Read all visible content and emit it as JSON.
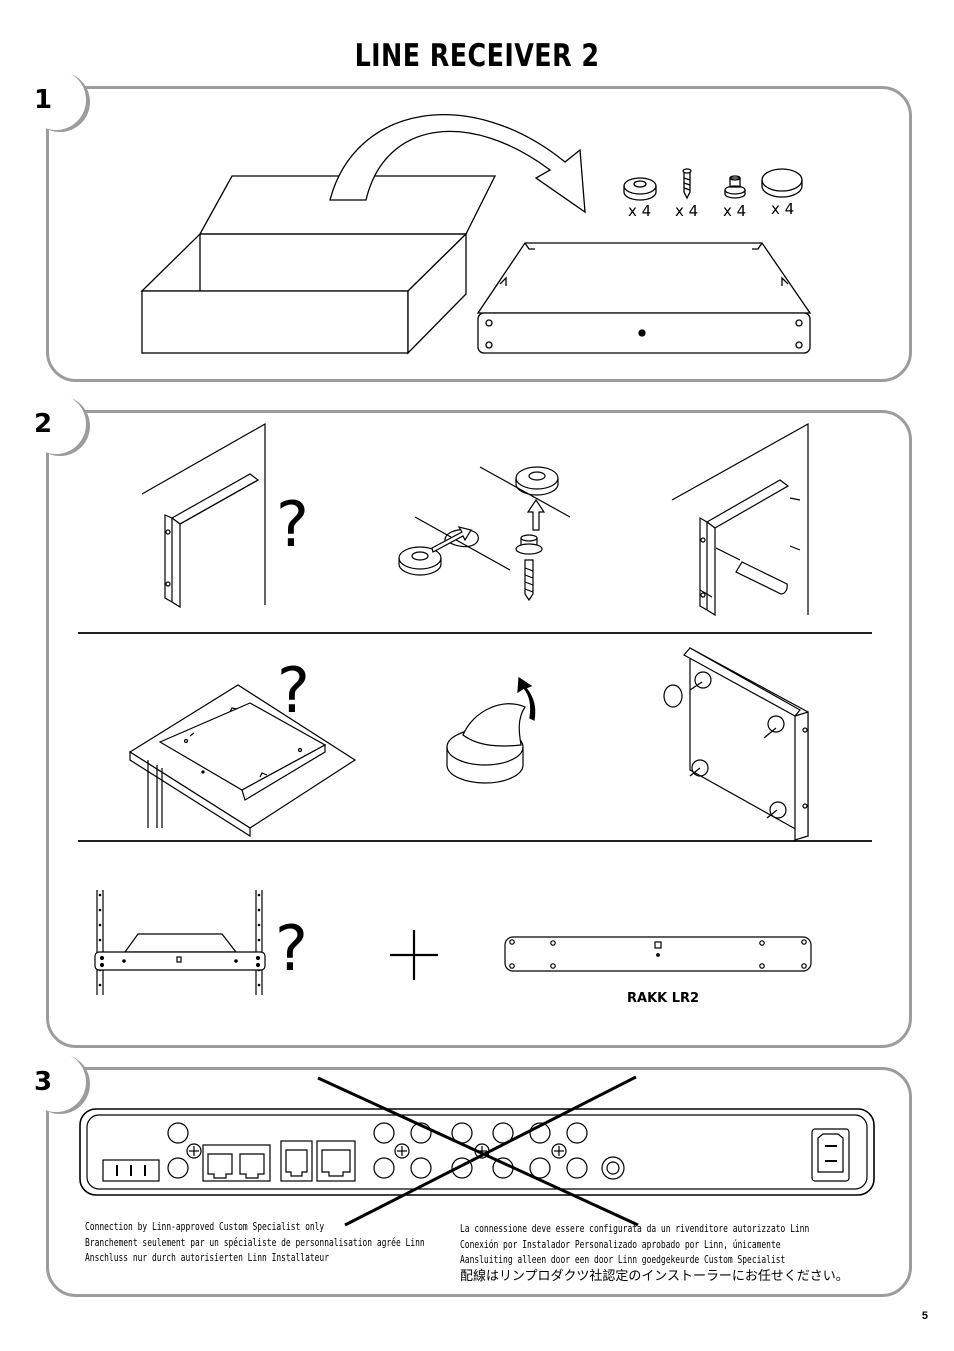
{
  "page": {
    "title": "LINE RECEIVER 2",
    "page_number": "5"
  },
  "steps": [
    {
      "number": "1"
    },
    {
      "number": "2"
    },
    {
      "number": "3"
    }
  ],
  "step1": {
    "parts": [
      {
        "icon": "grommet-icon",
        "quantity": "x 4"
      },
      {
        "icon": "screw-icon",
        "quantity": "x 4"
      },
      {
        "icon": "spacer-icon",
        "quantity": "x 4"
      },
      {
        "icon": "foot-pad-icon",
        "quantity": "x 4"
      }
    ]
  },
  "step2": {
    "question_mark": "?",
    "plus_sign": "+",
    "rack_kit_label": "RAKK LR2"
  },
  "step3": {
    "notes_left": [
      "Connection by Linn-approved Custom Specialist only",
      "Branchement seulement par un spécialiste de personnalisation agrée Linn",
      "Anschluss nur durch autorisierten Linn Installateur"
    ],
    "notes_right": [
      "La connessione deve essere configurata da un rivenditore autorizzato Linn",
      "Conexión por Instalador Personalizado aprobado por Linn, únicamente",
      "Aansluiting alleen door een door Linn goedgekeurde Custom Specialist",
      "配線はリンプロダクツ社認定のインストーラーにお任せください。"
    ]
  }
}
